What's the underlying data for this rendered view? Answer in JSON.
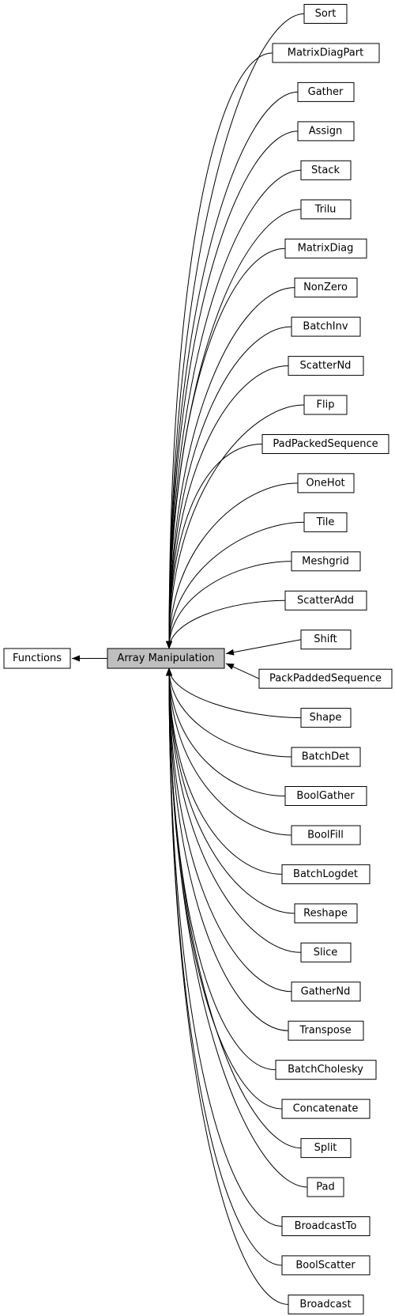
{
  "diagram": {
    "type": "inheritance-graph",
    "center": {
      "label": "Array Manipulation",
      "fill": "#bfbfbf"
    },
    "parent": {
      "label": "Functions"
    },
    "children": [
      "Sort",
      "MatrixDiagPart",
      "Gather",
      "Assign",
      "Stack",
      "Trilu",
      "MatrixDiag",
      "NonZero",
      "BatchInv",
      "ScatterNd",
      "Flip",
      "PadPackedSequence",
      "OneHot",
      "Tile",
      "Meshgrid",
      "ScatterAdd",
      "Shift",
      "PackPaddedSequence",
      "Shape",
      "BatchDet",
      "BoolGather",
      "BoolFill",
      "BatchLogdet",
      "Reshape",
      "Slice",
      "GatherNd",
      "Transpose",
      "BatchCholesky",
      "Concatenate",
      "Split",
      "Pad",
      "BroadcastTo",
      "BoolScatter",
      "Broadcast"
    ],
    "colors": {
      "stroke": "#000000",
      "node_fill": "#ffffff",
      "center_fill": "#bfbfbf"
    }
  }
}
